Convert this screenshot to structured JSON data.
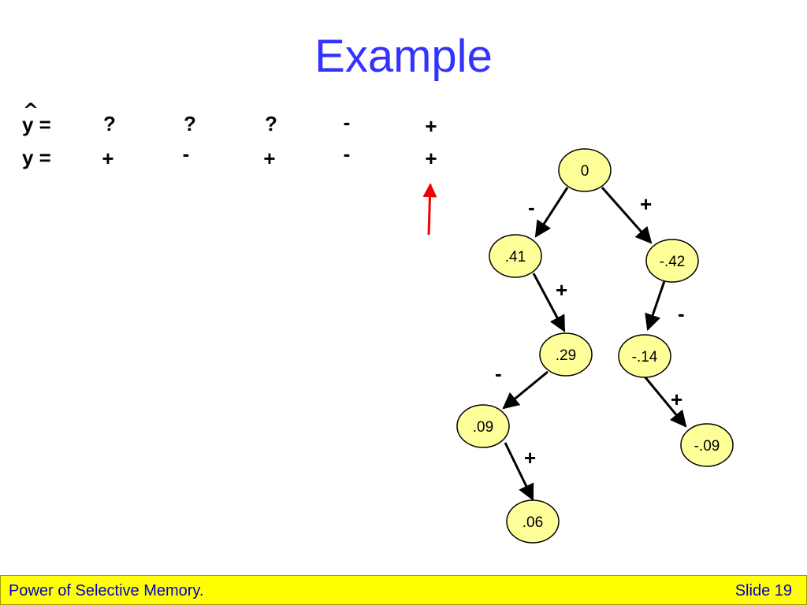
{
  "title": "Example",
  "rows": {
    "yhat": {
      "label": "y =",
      "hat": "^",
      "values": [
        "?",
        "?",
        "?",
        "-",
        "+"
      ]
    },
    "y": {
      "label": "y =",
      "values": [
        "+",
        "-",
        "+",
        "-",
        "+"
      ]
    }
  },
  "tree": {
    "nodes": [
      "0",
      ".41",
      "-.42",
      ".29",
      "-.14",
      ".09",
      "-.09",
      ".06"
    ],
    "edges": [
      "-",
      "+",
      "+",
      "-",
      "-",
      "+",
      "+"
    ]
  },
  "colors": {
    "title": "#3333ff",
    "node_fill": "#ffff99",
    "arrow_red": "#ee0000",
    "footer_bg": "#ffff00",
    "footer_text": "#0000cc"
  },
  "footer": {
    "left": "Power of Selective Memory.",
    "right": "Slide 19"
  }
}
